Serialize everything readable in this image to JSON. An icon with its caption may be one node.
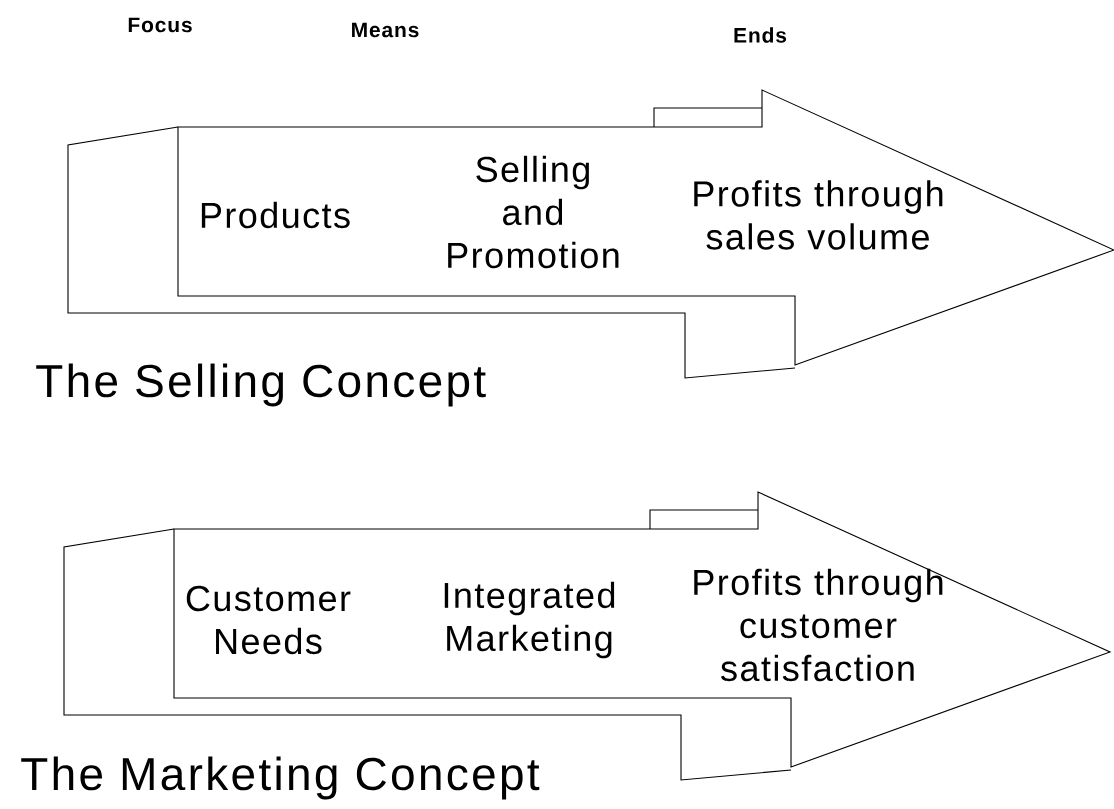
{
  "diagram": {
    "nodes": [
      {
        "text": [
          "Products",
          "Selling and Promotion",
          "Profits through sales volume"
        ],
        "beside": [
          "The Selling Concept"
        ]
      },
      {
        "text": [
          "Customer Needs",
          "Integrated Marketing",
          "Profits through customer satisfaction"
        ],
        "beside": [
          "The Marketing Concept"
        ]
      }
    ],
    "labels": [
      "Focus",
      "Means",
      "Ends"
    ]
  }
}
